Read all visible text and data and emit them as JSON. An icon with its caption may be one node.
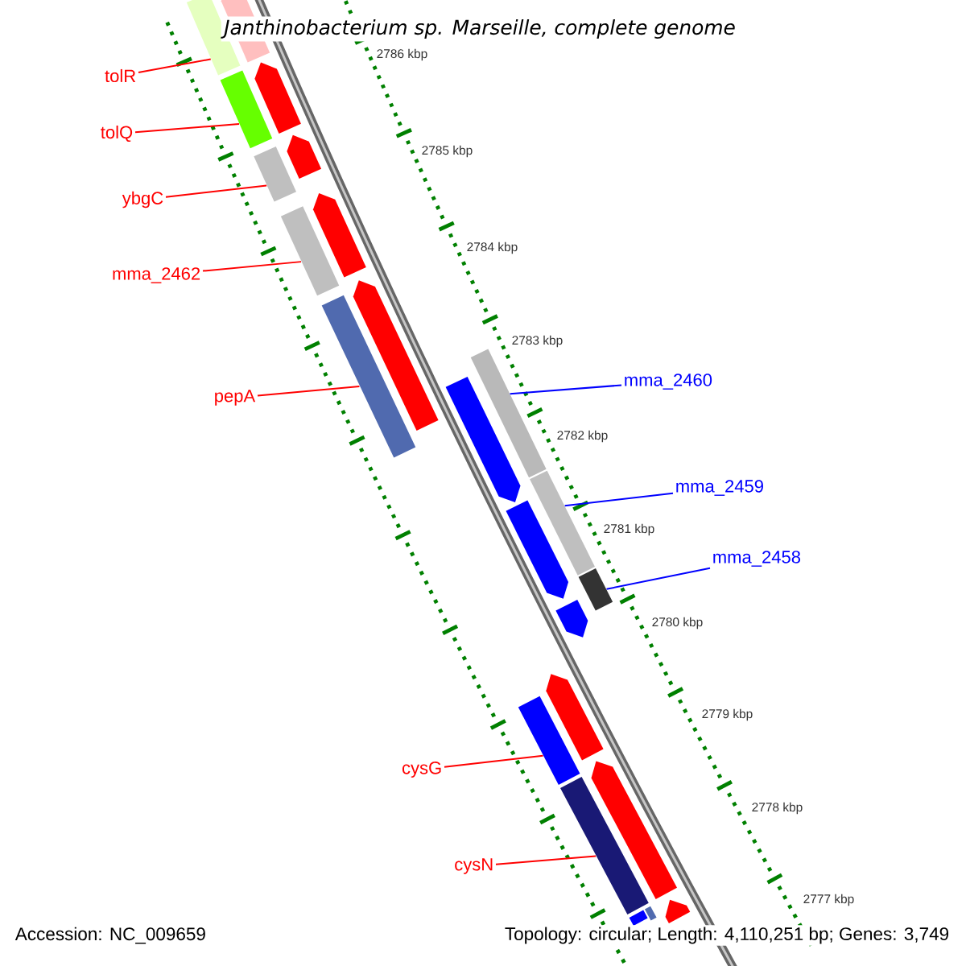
{
  "diagram": {
    "title": "Janthinobacterium sp. Marseille, complete genome",
    "nodes": [
      {
        "text": [
          "tolR"
        ]
      },
      {
        "text": [
          "tolQ"
        ]
      },
      {
        "text": [
          "ybgC"
        ]
      },
      {
        "text": [
          "mma_2462"
        ]
      },
      {
        "text": [
          "mma_2460"
        ]
      },
      {
        "text": [
          "pepA"
        ]
      },
      {
        "text": [
          "mma_2459"
        ]
      },
      {
        "text": [
          "mma_2458"
        ]
      },
      {
        "text": [
          "cysG"
        ]
      },
      {
        "text": [
          "cysN"
        ]
      },
      {
        "text": [],
        "shape": "bar"
      },
      {
        "text": [],
        "shape": "bar"
      },
      {
        "text": [],
        "shape": "bar"
      },
      {
        "text": [],
        "shape": "bar"
      },
      {
        "text": [],
        "shape": "bar"
      },
      {
        "text": [],
        "shape": "bar"
      },
      {
        "text": [],
        "shape": "bar"
      },
      {
        "text": [],
        "shape": "bar"
      },
      {
        "text": [],
        "shape": "bar"
      },
      {
        "text": [],
        "shape": "bar"
      },
      {
        "text": [],
        "shape": "bar"
      },
      {
        "text": [],
        "shape": "bar"
      },
      {
        "text": [],
        "shape": "bar"
      },
      {
        "text": [],
        "shape": "bar"
      },
      {
        "text": [],
        "shape": "bar"
      },
      {
        "text": [],
        "shape": "bar"
      },
      {
        "text": [],
        "shape": "bar"
      },
      {
        "text": [],
        "shape": "bar"
      },
      {
        "text": [],
        "shape": "bar"
      },
      {
        "text": [],
        "shape": "bar"
      },
      {
        "text": [],
        "shape": "bar"
      },
      {
        "text": [],
        "shape": "bar"
      },
      {
        "text": [],
        "shape": "bar"
      }
    ],
    "edges": [
      {
        "from": 0,
        "to": 10,
        "arrow": "none"
      },
      {
        "from": 1,
        "to": 11,
        "arrow": "none"
      },
      {
        "from": 2,
        "to": 12,
        "arrow": "none"
      },
      {
        "from": 3,
        "to": 13,
        "arrow": "none"
      },
      {
        "from": 4,
        "to": 14,
        "arrow": "none",
        "color": "#0000ff"
      },
      {
        "from": 5,
        "to": 15,
        "arrow": "none"
      },
      {
        "from": 6,
        "to": 16,
        "arrow": "none",
        "color": "#0000ff"
      },
      {
        "from": 7,
        "to": 17,
        "arrow": "none",
        "color": "#0000ff"
      },
      {
        "from": 8,
        "to": 18,
        "arrow": "none"
      },
      {
        "from": 9,
        "to": 19,
        "arrow": "none"
      }
    ],
    "labels": [
      "2786 kbp",
      "2785 kbp",
      "2784 kbp",
      "2783 kbp",
      "2782 kbp",
      "2781 kbp",
      "2780 kbp",
      "2779 kbp",
      "2778 kbp",
      "2777 kbp",
      "Accession: NC_009659",
      "Topology: circular; Length: 4,110,251 bp; Genes: 3,749"
    ]
  }
}
